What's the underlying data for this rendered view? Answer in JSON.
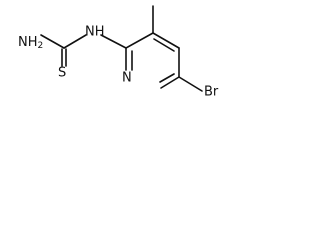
{
  "molecule": {
    "atoms": {
      "amine": {
        "text": "NH",
        "subscript": "2"
      },
      "sulfur": {
        "text": "S"
      },
      "imine": {
        "text": "NH"
      },
      "ring_nitrogen": {
        "text": "N"
      },
      "bromine": {
        "text": "Br"
      }
    },
    "line_color": "#111111",
    "background": "#ffffff"
  }
}
